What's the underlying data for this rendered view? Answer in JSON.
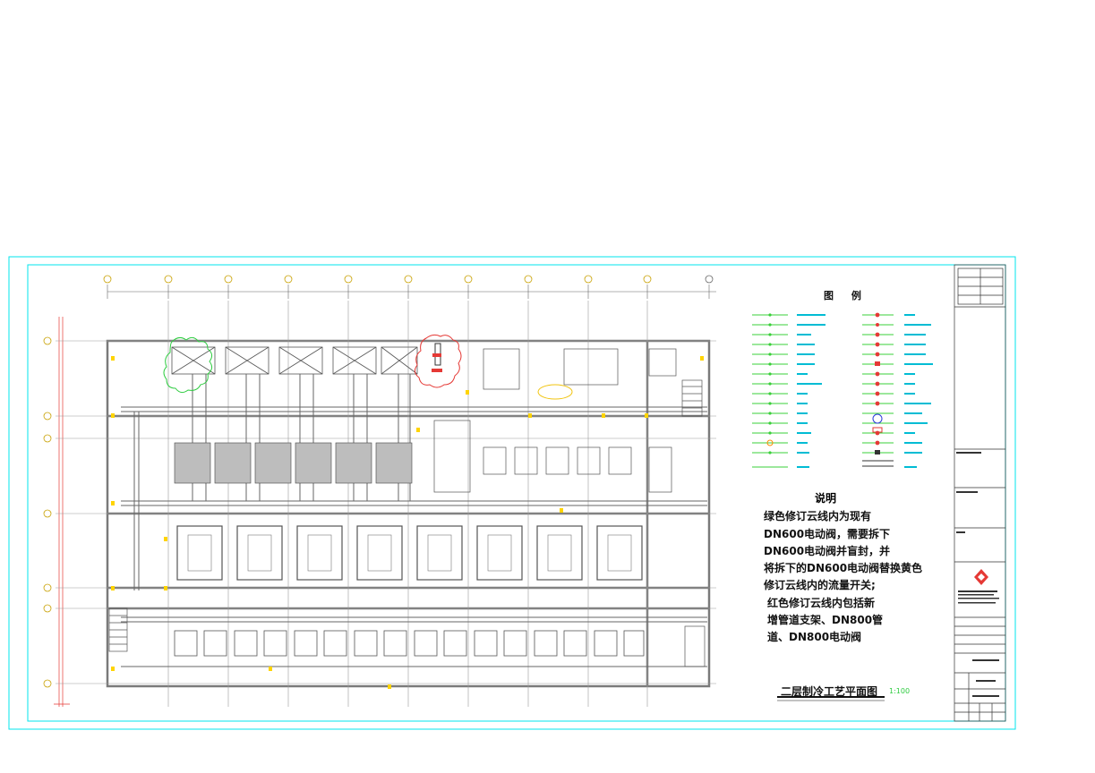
{
  "legend": {
    "title": "图 例"
  },
  "notes": {
    "title": "说明",
    "lines": [
      "绿色修订云线内为现有",
      "DN600电动阀，需要拆下",
      "DN600电动阀并盲封，并",
      "将拆下的DN600电动阀替换黄色",
      "修订云线内的流量开关;",
      "红色修订云线内包括新",
      "增管道支架、DN800管",
      "道、DN800电动阀"
    ]
  },
  "plan": {
    "title": "二层制冷工艺平面图",
    "scale": "1:100"
  },
  "colors": {
    "frame": "#00e5ee",
    "wall": "#7a7a7a",
    "equipment": "#555555",
    "legend_line": "#39d039",
    "legend_text": "#00bcd4",
    "grid_bubble": "#c8a000",
    "cloud_green": "#2ecc40",
    "cloud_red": "#e53935",
    "cloud_yellow": "#f1c40f",
    "accent_yellow": "#ffd400"
  },
  "icons": [
    "company-logo-icon",
    "north-arrow-icon"
  ]
}
